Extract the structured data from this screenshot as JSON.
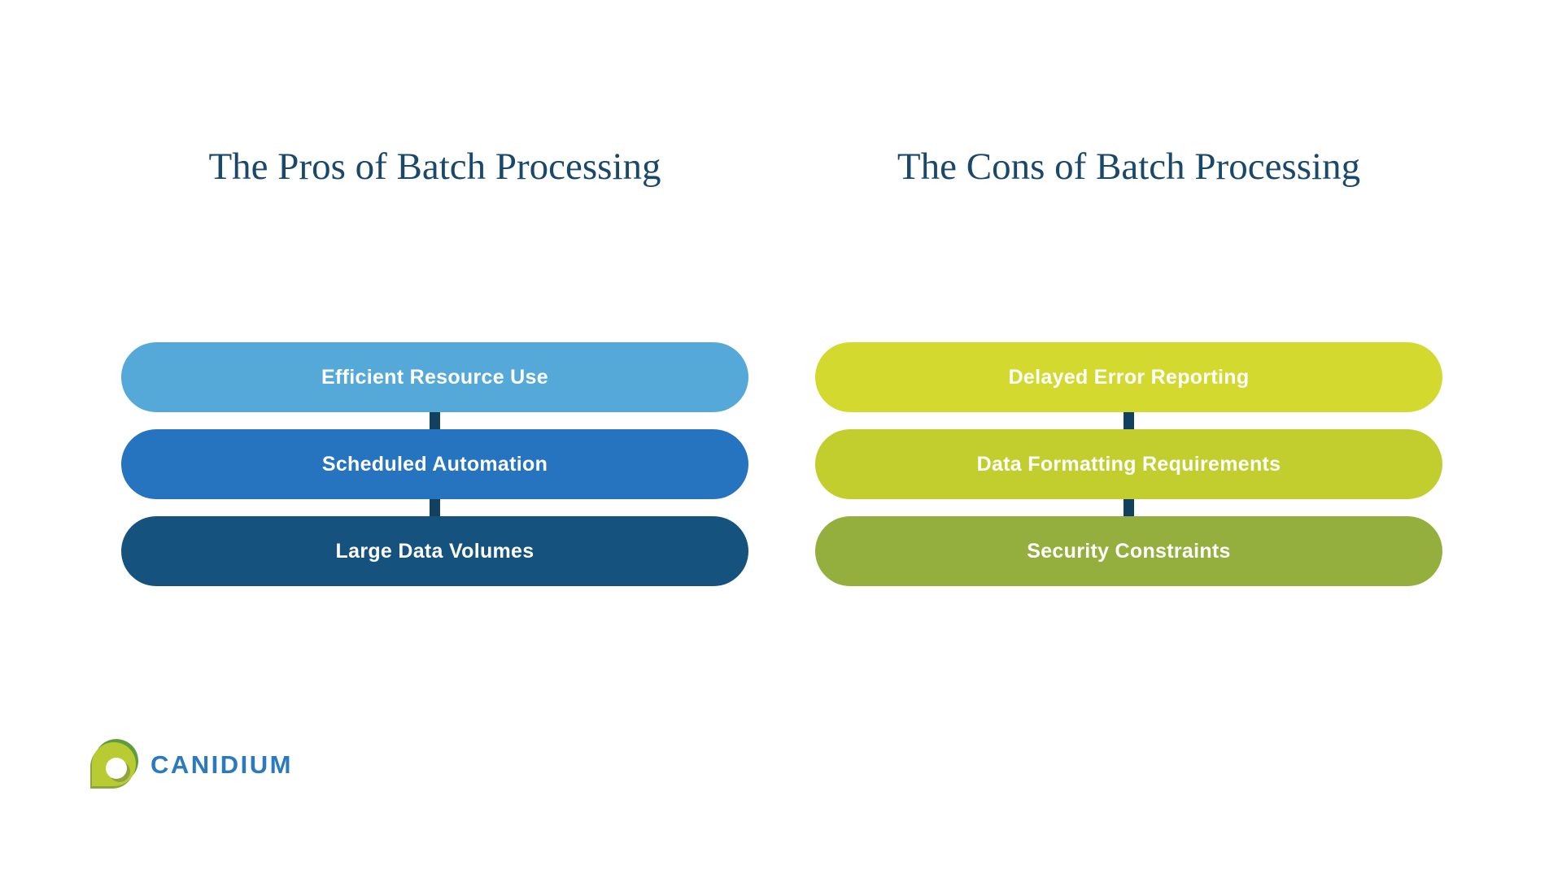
{
  "pros": {
    "title": "The Pros of Batch Processing",
    "items": [
      {
        "label": "Efficient Resource Use",
        "color": "#55A9D8"
      },
      {
        "label": "Scheduled Automation",
        "color": "#2673BF"
      },
      {
        "label": "Large Data Volumes",
        "color": "#16527E"
      }
    ]
  },
  "cons": {
    "title": "The Cons of Batch Processing",
    "items": [
      {
        "label": "Delayed Error Reporting",
        "color": "#D3D92E"
      },
      {
        "label": "Data Formatting Requirements",
        "color": "#C2CE2D"
      },
      {
        "label": "Security Constraints",
        "color": "#94AF3E"
      }
    ]
  },
  "colors": {
    "background": "#FFFFFF",
    "title_text": "#1A486B",
    "pill_text": "#FFFFFF",
    "connector": "#12405F",
    "logo_text": "#2B79BE",
    "logo_green": "#B9CB32",
    "logo_dark_green": "#5E9C3C",
    "logo_olive": "#8FA43B"
  },
  "logo": {
    "text": "CANIDIUM",
    "icon": "canidium-drop-icon"
  }
}
